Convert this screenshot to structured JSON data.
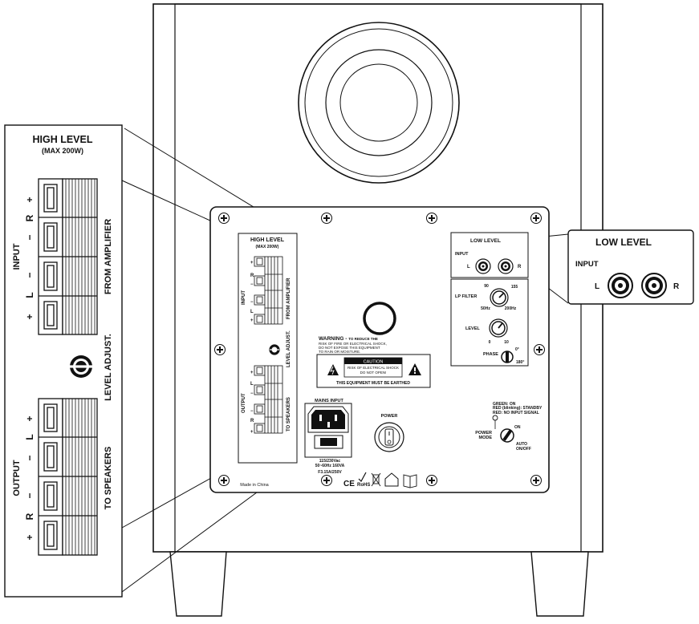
{
  "colors": {
    "line": "#111111",
    "panel": "#ffffff",
    "dark": "#1a1a1a"
  },
  "callout_high": {
    "title": "HIGH LEVEL",
    "subtitle": "(MAX 200W)",
    "input": "INPUT",
    "from_amplifier": "FROM AMPLIFIER",
    "level_adjust": "LEVEL ADJUST.",
    "output": "OUTPUT",
    "to_speakers": "TO SPEAKERS",
    "sign_plus": "+",
    "sign_minus": "−",
    "letter_l": "L",
    "letter_r": "R"
  },
  "callout_low": {
    "title": "LOW LEVEL",
    "input": "INPUT",
    "left": "L",
    "right": "R"
  },
  "panel": {
    "high_level": "HIGH LEVEL",
    "high_level_max": "(MAX 200W)",
    "input": "INPUT",
    "from_amplifier": "FROM AMPLIFIER",
    "level_adjust": "LEVEL ADJUST.",
    "output": "OUTPUT",
    "to_speakers": "TO SPEAKERS",
    "low_level": "LOW LEVEL",
    "low_input": "INPUT",
    "low_l": "L",
    "low_r": "R",
    "lp_filter": "LP FILTER",
    "lp_90": "90",
    "lp_155": "155",
    "lp_50hz": "50Hz",
    "lp_200hz": "200Hz",
    "level": "LEVEL",
    "level_0": "0",
    "level_10": "10",
    "phase": "PHASE",
    "phase_0": "0°",
    "phase_180": "180°",
    "warning_title": "WARNING -",
    "warning_l1": "TO REDUCE THE",
    "warning_l2": "RISK OF FIRE OR ELECTRICAL SHOCK,",
    "warning_l3": "DO NOT EXPOSE THIS EQUIPMENT",
    "warning_l4": "TO RAIN OR MOISTURE.",
    "caution": "CAUTION",
    "caution_l1": "RISK OF ELECTRICAL SHOCK",
    "caution_l2": "DO NOT OPEN!",
    "earthed": "THIS EQUIPMENT MUST BE EARTHED",
    "mains_input": "MAINS INPUT",
    "mains_l1": "115/230Vac",
    "mains_l2": "50~60Hz  160VA",
    "mains_l3": "F3.15A/250V",
    "power": "POWER",
    "status_green": "GREEN: ON",
    "status_red_blink": "RED (blinking): STANDBY",
    "status_red": "RED: NO INPUT SIGNAL",
    "power_mode": "POWER",
    "power_mode2": "MODE",
    "on": "ON",
    "auto": "AUTO",
    "onoff": "ON/OFF",
    "made_in": "Made in China",
    "ce": "CE",
    "rohs": "RoHS"
  }
}
